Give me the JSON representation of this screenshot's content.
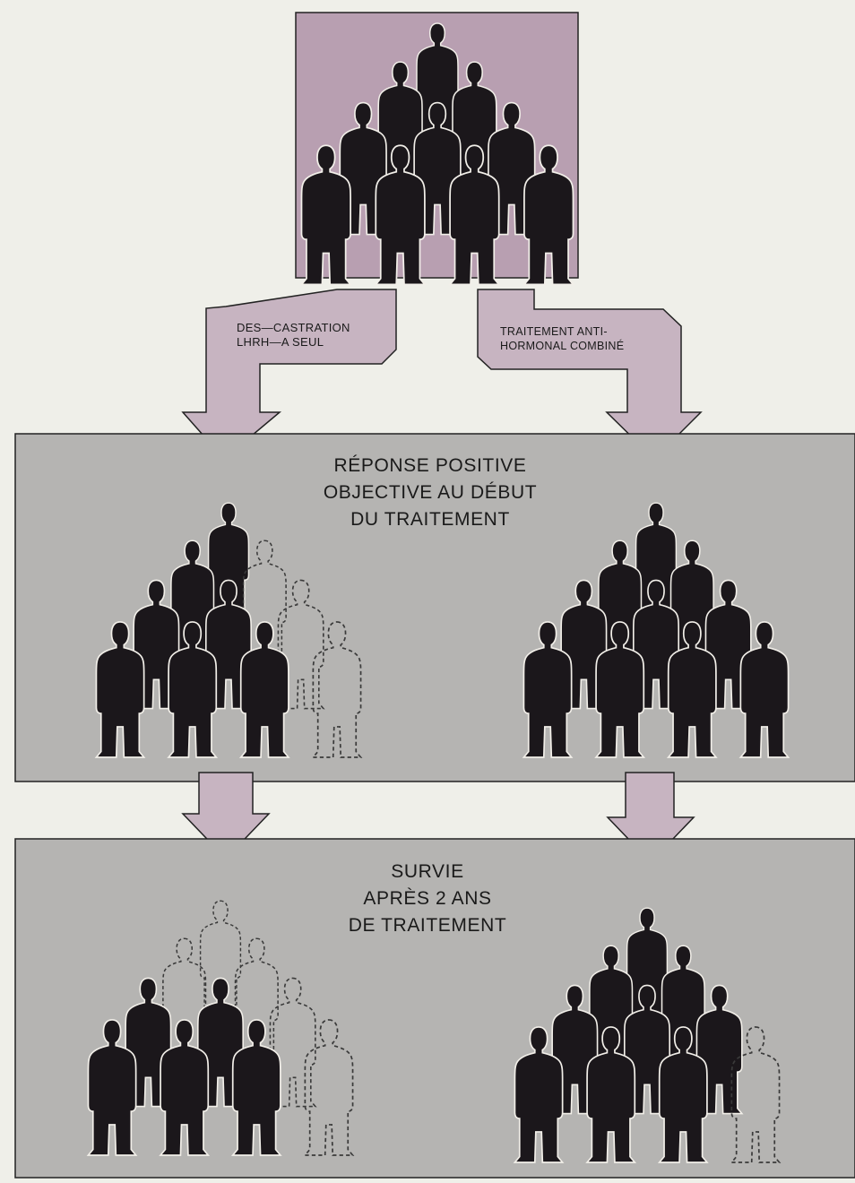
{
  "colors": {
    "background": "#efefe9",
    "top_box": "#b89fb1",
    "arrow": "#c7b4c1",
    "stage_box": "#b5b4b2",
    "silhouette": "#1b171b",
    "outline": "#3a3a3a"
  },
  "arrows": {
    "left": {
      "line1": "DES—CASTRATION",
      "line2": "LHRH—A SEUL"
    },
    "right": {
      "line1": "TRAITEMENT ANTI-",
      "line2": "HORMONAL COMBINÉ"
    }
  },
  "stage1": {
    "title_line1": "RÉPONSE POSITIVE",
    "title_line2": "OBJECTIVE AU DÉBUT",
    "title_line3": "DU TRAITEMENT",
    "left_solid_figures": 7,
    "left_outlined_figures": 3,
    "right_solid_figures": 10,
    "right_outlined_figures": 0
  },
  "stage2": {
    "title_line1": "SURVIE",
    "title_line2": "APRÈS 2 ANS",
    "title_line3": "DE TRAITEMENT",
    "left_solid_figures": 5,
    "left_outlined_figures": 5,
    "right_solid_figures": 9,
    "right_outlined_figures": 1
  },
  "initial_group_figures": 10
}
